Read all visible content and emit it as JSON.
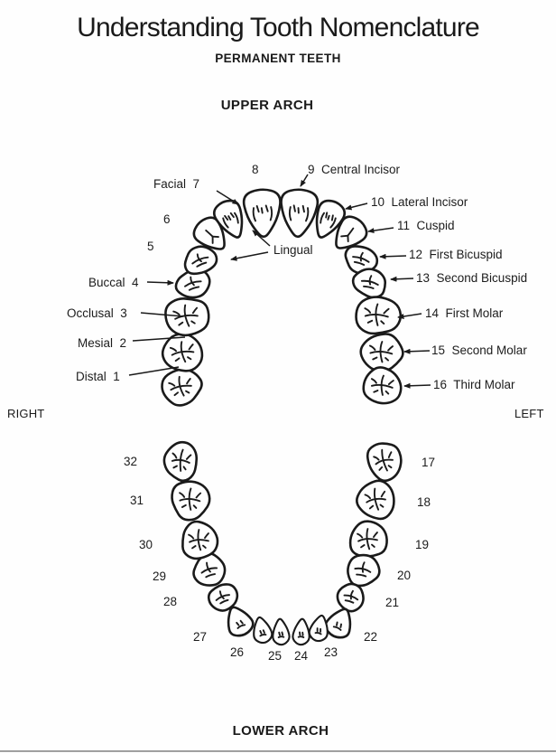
{
  "title": "Understanding Tooth Nomenclature",
  "subtitle": "PERMANENT TEETH",
  "upper_arch_heading": "UPPER ARCH",
  "lower_arch_heading": "LOWER ARCH",
  "side": {
    "right": "RIGHT",
    "left": "LEFT"
  },
  "upper": {
    "n8": "8",
    "n6": "6",
    "n5": "5",
    "central": "9  Central Incisor",
    "lateral": "10  Lateral Incisor",
    "cuspid": "11  Cuspid",
    "first_bicuspid": "12  First Bicuspid",
    "second_bicuspid": "13  Second Bicuspid",
    "first_molar": "14  First Molar",
    "second_molar": "15  Second Molar",
    "third_molar": "16  Third Molar",
    "facial": "Facial  7",
    "lingual": "Lingual",
    "buccal": "Buccal  4",
    "occlusal": "Occlusal  3",
    "mesial": "Mesial  2",
    "distal": "Distal  1"
  },
  "lower": {
    "n32": "32",
    "n31": "31",
    "n30": "30",
    "n29": "29",
    "n28": "28",
    "n27": "27",
    "n26": "26",
    "n25": "25",
    "n24": "24",
    "n23": "23",
    "n22": "22",
    "n21": "21",
    "n20": "20",
    "n19": "19",
    "n18": "18",
    "n17": "17"
  },
  "ink_color": "#1a1a1a"
}
